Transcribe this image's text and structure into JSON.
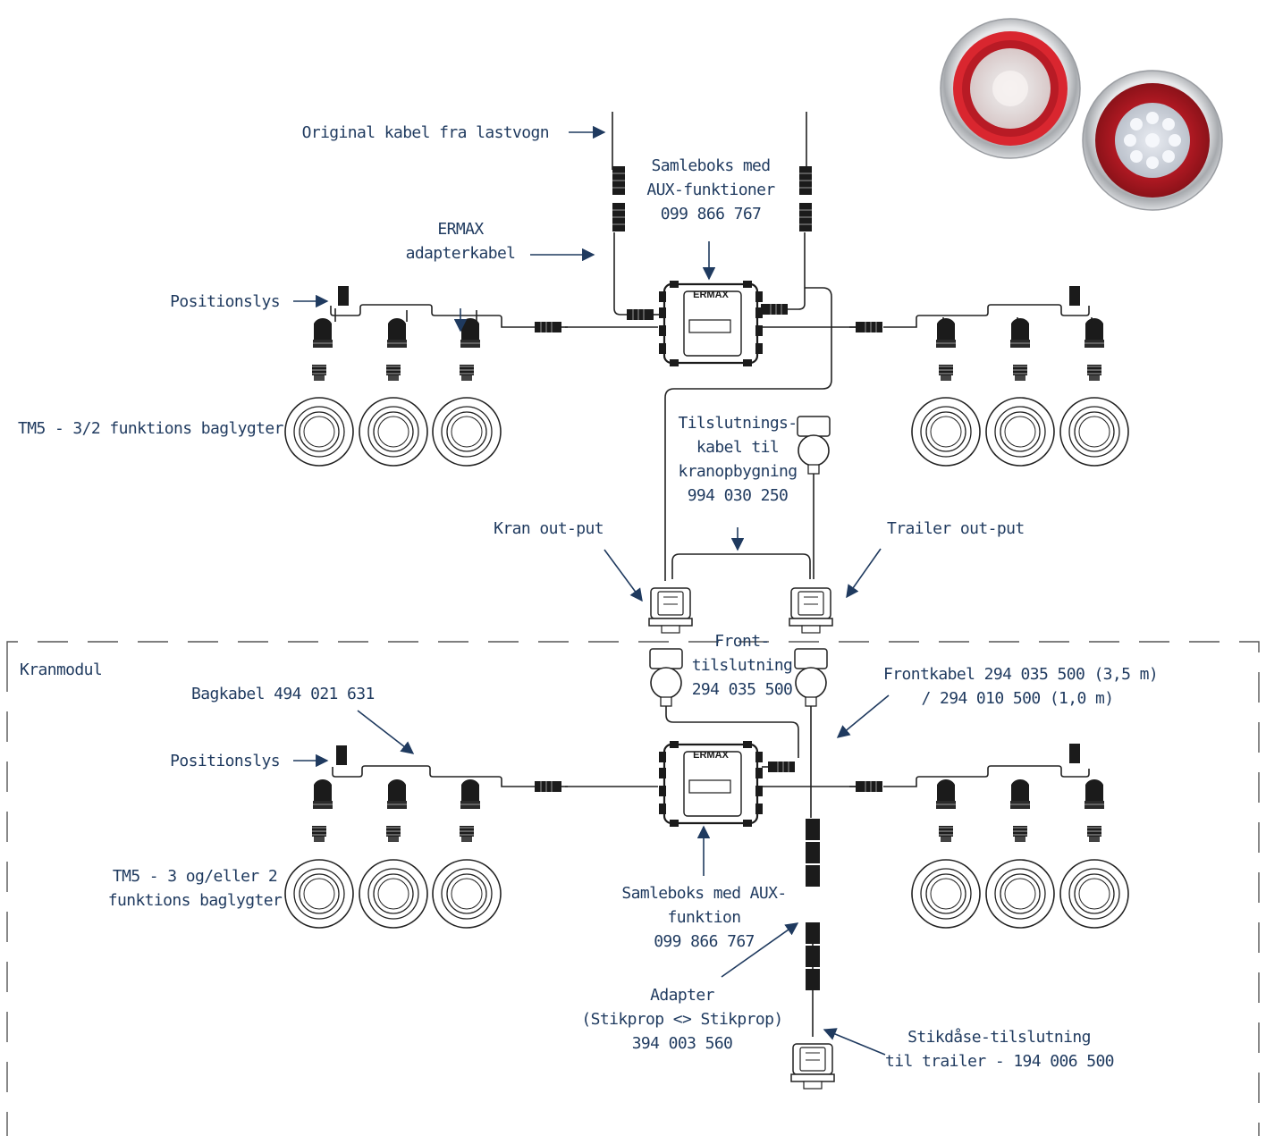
{
  "colors": {
    "ink": "#1f3a5f",
    "line": "#222222",
    "frame": "#555555",
    "lamp_red": "#c8222c",
    "chrome": "#c9ccd0"
  },
  "icons": [
    "tail-lamp-photo-icon",
    "junction-box-icon",
    "round-tail-lamp-icon",
    "angled-connector-icon",
    "plug-socket-icon"
  ],
  "labels": {
    "original_cable": "Original kabel fra lastvogn",
    "junction_box_top": [
      "Samleboks med",
      "AUX-funktioner",
      "099 866 767"
    ],
    "adapter_cable": [
      "ERMAX",
      "adapterkabel"
    ],
    "position_light_top": "Positionslys",
    "tm5_top": "TM5 - 3/2 funktions baglygter",
    "connection_cable": [
      "Tilslutnings-",
      "kabel til",
      "kranopbygning",
      "994 030 250"
    ],
    "crane_output": "Kran out-put",
    "trailer_output": "Trailer out-put",
    "crane_module": "Kranmodul",
    "front_connection": [
      "Front-",
      "tilslutning",
      "294 035 500"
    ],
    "front_cable": [
      "Frontkabel 294 035 500 (3,5 m)",
      "/ 294 010 500 (1,0 m)"
    ],
    "rear_cable": "Bagkabel 494 021 631",
    "position_light_bottom": "Positionslys",
    "tm5_bottom": [
      "TM5 - 3 og/eller 2",
      "funktions baglygter"
    ],
    "junction_box_bottom": [
      "Samleboks med AUX-",
      "funktion",
      "099 866 767"
    ],
    "adapter": [
      "Adapter",
      "(Stikprop <> Stikprop)",
      "394 003 560"
    ],
    "trailer_socket": [
      "Stikdåse-tilslutning",
      "til trailer - 194 006 500"
    ],
    "box_logo": "ERMAX"
  }
}
